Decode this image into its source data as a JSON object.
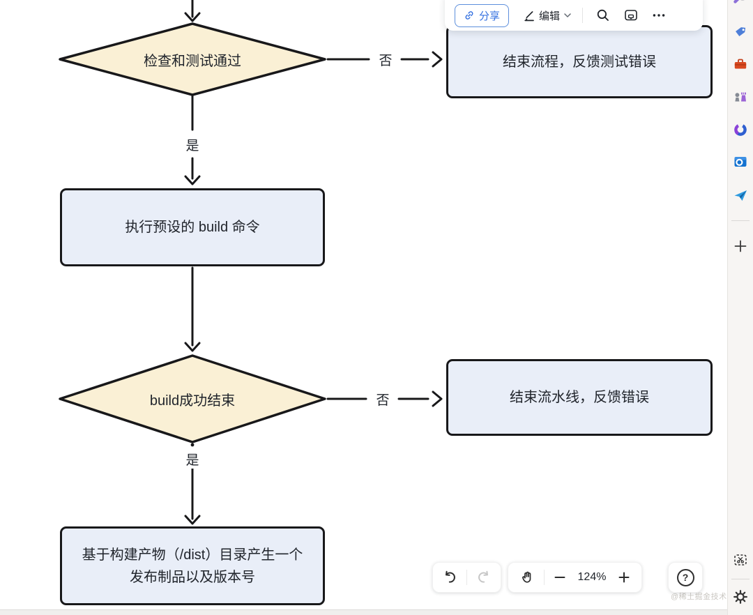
{
  "top_toolbar": {
    "share_label": "分享",
    "edit_label": "编辑"
  },
  "bottom_toolbar": {
    "zoom_level": "124%",
    "help_label": "?"
  },
  "flowchart": {
    "decision_check_tests": "检查和测试通过",
    "box_end_test_error": "结束流程，反馈测试错误",
    "label_no_1": "否",
    "label_yes_1": "是",
    "box_run_build": "执行预设的 build 命令",
    "decision_build_success": "build成功结束",
    "label_no_2": "否",
    "label_yes_2": "是",
    "box_end_pipeline_error": "结束流水线，反馈错误",
    "box_create_artifact": "基于构建产物（/dist）目录产生一个发布制品以及版本号"
  },
  "watermark": "@稀土掘金技术社区",
  "colors": {
    "diamond_fill": "#FAF0D5",
    "rect_fill": "#E9EEF8",
    "stroke": "#18181A",
    "accent_blue": "#3370E0",
    "canvas_bg": "#FFFFFF",
    "sidebar_bg": "#F7F5F3"
  }
}
